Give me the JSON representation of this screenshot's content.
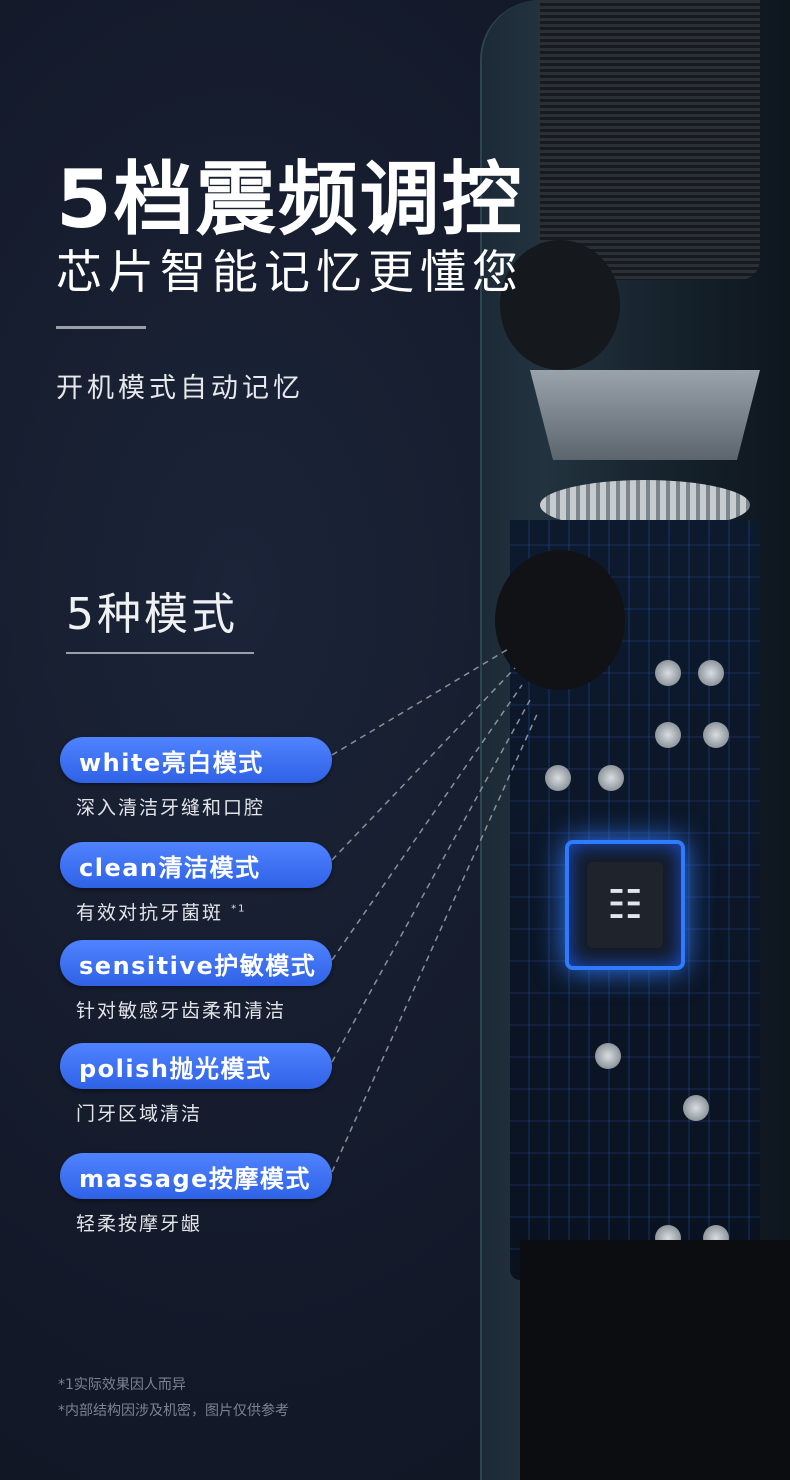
{
  "header": {
    "title": "5档震频调控",
    "subtitle": "芯片智能记忆更懂您",
    "memory": "开机模式自动记忆"
  },
  "modes_title": "5种模式",
  "modes": [
    {
      "label": "white亮白模式",
      "desc": "深入清洁牙缝和口腔"
    },
    {
      "label": "clean清洁模式",
      "desc": "有效对抗牙菌斑",
      "note": "*1"
    },
    {
      "label": "sensitive护敏模式",
      "desc": "针对敏感牙齿柔和清洁"
    },
    {
      "label": "polish抛光模式",
      "desc": "门牙区域清洁"
    },
    {
      "label": "massage按摩模式",
      "desc": "轻柔按摩牙龈"
    }
  ],
  "footnotes": [
    "*1实际效果因人而异",
    "*内部结构因涉及机密，图片仅供参考"
  ],
  "colors": {
    "accent": "#3d6ff0",
    "background": "#131929",
    "chip_glow": "#2f7bff"
  }
}
